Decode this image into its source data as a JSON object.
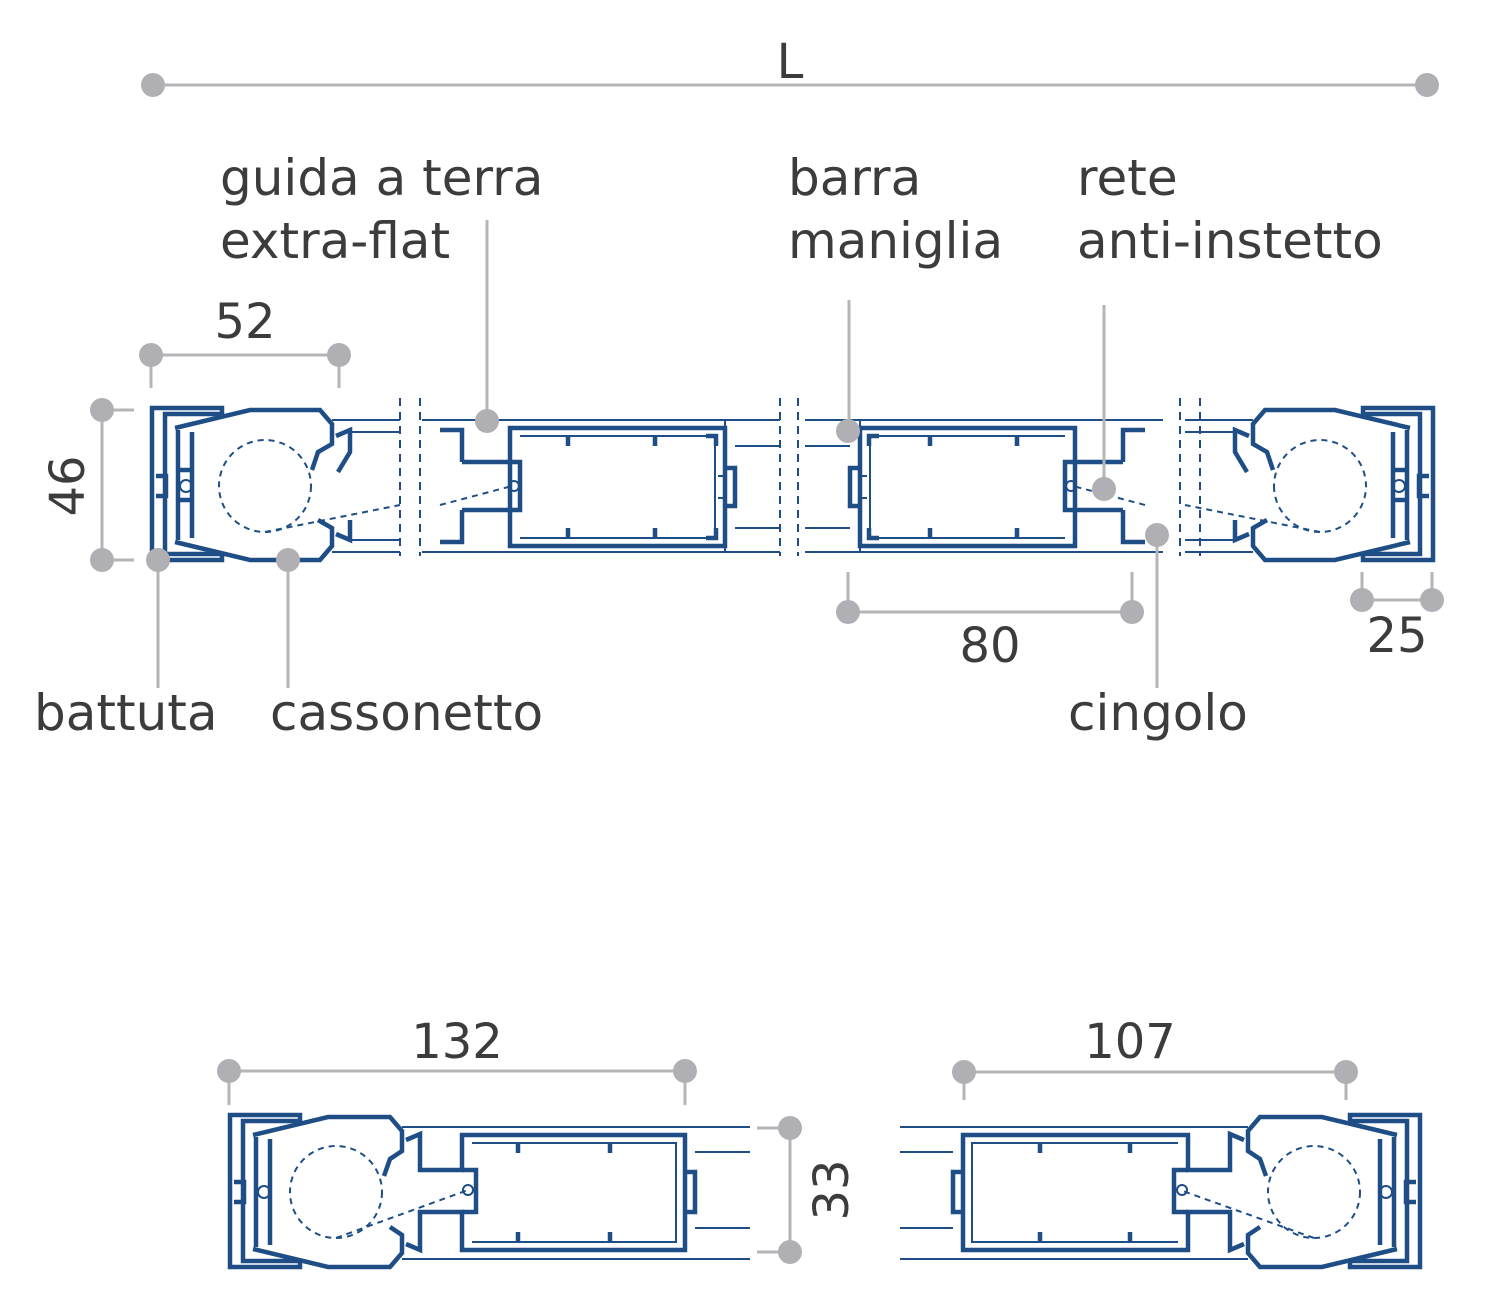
{
  "dimensions": {
    "overall_length": "L",
    "cassonetto_width": "52",
    "height": "46",
    "handle_bar_width": "80",
    "battuta_width": "25",
    "bottom_left_width": "132",
    "bottom_right_width": "107",
    "bottom_height": "33"
  },
  "labels": {
    "guida_line1": "guida a terra",
    "guida_line2": "extra-flat",
    "barra_line1": "barra",
    "barra_line2": "maniglia",
    "rete_line1": "rete",
    "rete_line2": "anti-instetto",
    "battuta": "battuta",
    "cassonetto": "cassonetto",
    "cingolo": "cingolo"
  },
  "colors": {
    "profile": "#1f4e87",
    "dimension_lines": "#b5b5b8",
    "text": "#3c3c3c"
  }
}
